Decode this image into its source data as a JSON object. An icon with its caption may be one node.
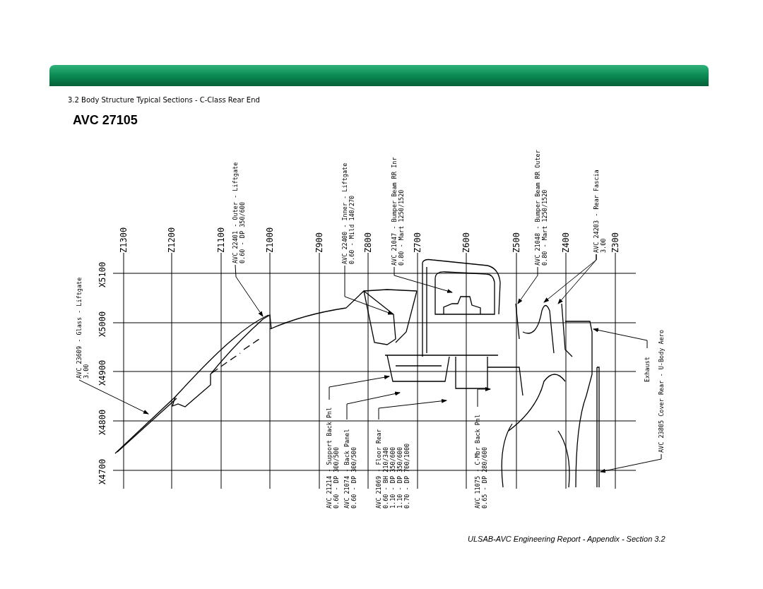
{
  "diagram": {
    "title": "AVC 27105",
    "caption": "ULSAB-AVC Engineering Report - Appendix - Section 3.2",
    "nodes": [
      {
        "text": [
          "AVC 23609 - Glass - Liftgate",
          "3.00"
        ]
      },
      {
        "text": [
          "AVC 22401 - Outer - Liftgate",
          "0.60 - DP 350/600"
        ]
      },
      {
        "text": [
          "AVC 22400 - Inner - Liftgate",
          "0.60 - Mild 140/270"
        ]
      },
      {
        "text": [
          "AVC 21047 - Bumper Beam RR Inr",
          "0.80 - Mart 1250/1520"
        ]
      },
      {
        "text": [
          "AVC 21048 - Bumper Beam RR Outer",
          "0.80 - Mart 1250/1520"
        ]
      },
      {
        "text": [
          "AVC 24203 - Rear Fascia",
          "3.00"
        ]
      },
      {
        "text": [
          "Exhaust"
        ]
      },
      {
        "text": [
          "AVC 23805 Cover Rear - U-Body Aero"
        ]
      },
      {
        "text": [
          "AVC 21214 - Support Back Pnl",
          "0.60 - DP 300/500"
        ]
      },
      {
        "text": [
          "AVC 21074 - Back Panel",
          "0.60 - DP 300/500"
        ]
      },
      {
        "text": [
          "AVC 21069 - Floor Rear",
          "0.60 - BH 210/340",
          "1.10 - DP 350/600",
          "1.10 - DP 350/600",
          "0.70 - DP 700/1000"
        ]
      },
      {
        "text": [
          "AVC 11075 - C-Mbr Back Pnl",
          "0.65 - DP 280/600"
        ]
      }
    ],
    "edges": [
      {
        "from": 0,
        "to": null,
        "arrow": "to"
      },
      {
        "from": 1,
        "to": null,
        "arrow": "to"
      },
      {
        "from": 2,
        "to": null,
        "arrow": "to"
      },
      {
        "from": 3,
        "to": null,
        "arrow": "to"
      },
      {
        "from": 4,
        "to": null,
        "arrow": "to"
      },
      {
        "from": 5,
        "to": null,
        "arrow": "to"
      },
      {
        "from": 5,
        "to": null,
        "arrow": "to"
      },
      {
        "from": 6,
        "to": null,
        "arrow": "to"
      },
      {
        "from": 7,
        "to": null,
        "arrow": "to"
      },
      {
        "from": 8,
        "to": null,
        "arrow": "to"
      },
      {
        "from": 9,
        "to": null,
        "arrow": "to"
      },
      {
        "from": 10,
        "to": null,
        "arrow": "to"
      },
      {
        "from": 11,
        "to": null,
        "arrow": "to"
      }
    ],
    "labels": [
      "3.2  Body Structure Typical Sections - C-Class Rear End",
      "Z1300",
      "Z1200",
      "Z1100",
      "Z1000",
      "Z900",
      "Z800",
      "Z700",
      "Z600",
      "Z500",
      "Z400",
      "Z300",
      "X5100",
      "X5000",
      "X4900",
      "X4800",
      "X4700"
    ]
  }
}
